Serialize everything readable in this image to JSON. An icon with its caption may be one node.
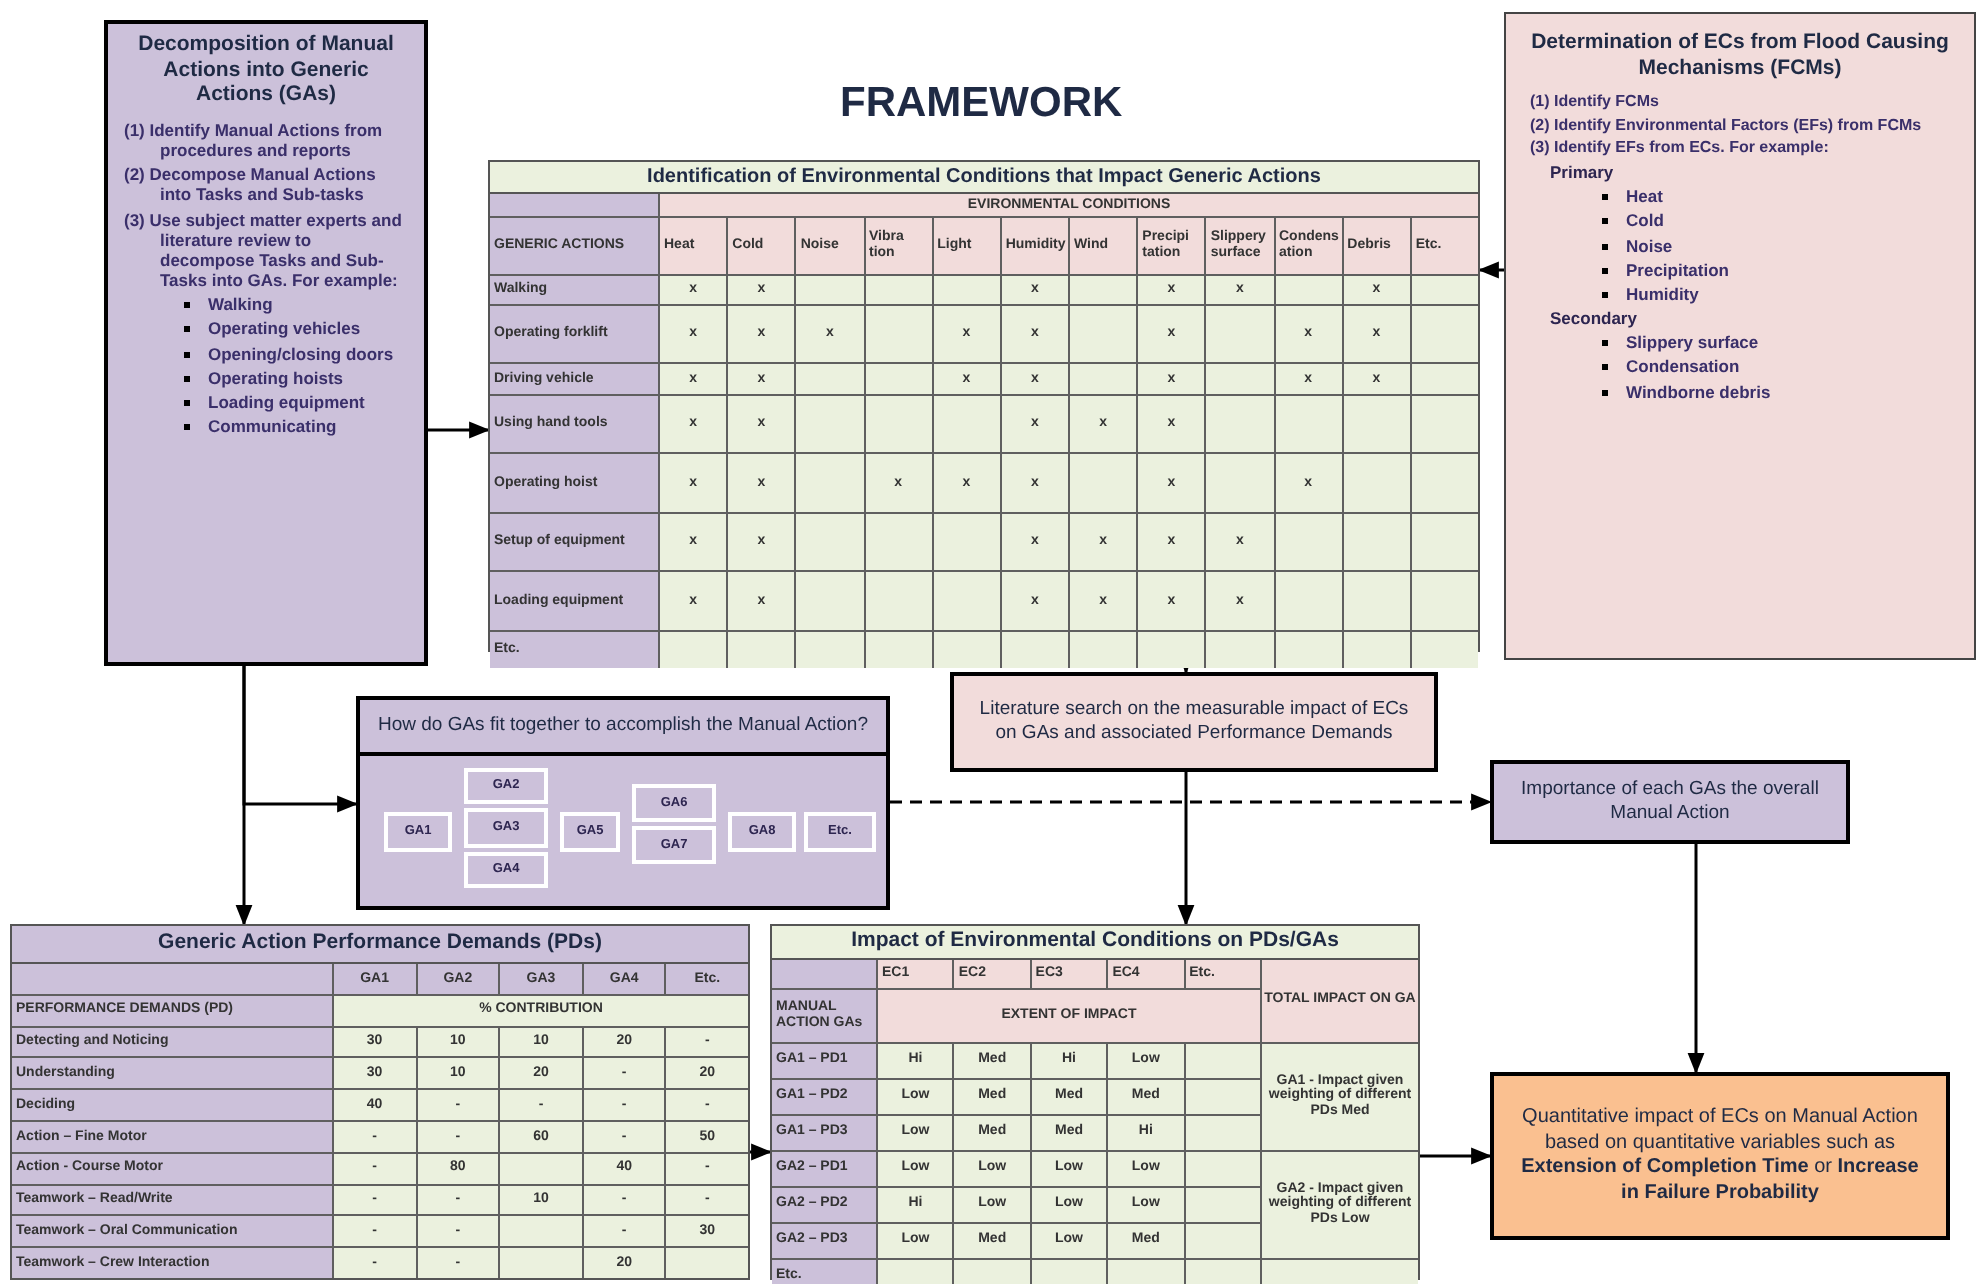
{
  "diagram": {
    "title": "FRAMEWORK",
    "nodes": [
      {
        "text": [
          "Decomposition of Manual Actions into Generic Actions (GAs)",
          "(1) Identify Manual Actions from procedures and reports",
          "(2) Decompose Manual Actions into Tasks and Sub-tasks",
          "(3) Use subject matter experts and literature review to decompose Tasks and Sub-Tasks into GAs. For example:",
          "Walking",
          "Operating vehicles",
          "Opening/closing doors",
          "Operating hoists",
          "Loading equipment",
          "Communicating"
        ]
      },
      {
        "text": [
          "Identification of Environmental Conditions that Impact Generic Actions"
        ]
      },
      {
        "text": [
          "Determination of ECs from Flood Causing Mechanisms (FCMs)",
          "(1) Identify FCMs",
          "(2) Identify Environmental Factors (EFs) from FCMs",
          "(3) Identify EFs from ECs. For example:",
          "Primary",
          "Heat",
          "Cold",
          "Noise",
          "Precipitation",
          "Humidity",
          "Secondary",
          "Slippery surface",
          "Condensation",
          "Windborne debris"
        ]
      },
      {
        "text": [
          "How do GAs fit together to accomplish the Manual Action?"
        ]
      },
      {
        "text": [
          "GA1"
        ],
        "in": 3
      },
      {
        "text": [
          "GA2"
        ],
        "in": 3
      },
      {
        "text": [
          "GA3"
        ],
        "in": 3
      },
      {
        "text": [
          "GA4"
        ],
        "in": 3
      },
      {
        "text": [
          "GA5"
        ],
        "in": 3
      },
      {
        "text": [
          "GA6"
        ],
        "in": 3
      },
      {
        "text": [
          "GA7"
        ],
        "in": 3
      },
      {
        "text": [
          "GA8"
        ],
        "in": 3
      },
      {
        "text": [
          "Etc."
        ],
        "in": 3
      },
      {
        "text": [
          "Literature search on the measurable impact of ECs on GAs and associated Performance Demands"
        ]
      },
      {
        "text": [
          "Importance of each GAs the overall Manual Action"
        ]
      },
      {
        "text": [
          "Generic Action Performance Demands (PDs)"
        ]
      },
      {
        "text": [
          "Impact of Environmental Conditions on PDs/GAs"
        ]
      },
      {
        "text": [
          "Quantitative impact of ECs on Manual Action based on quantitative variables such as **Extension of Completion Time** or **Increase in Failure Probability**"
        ]
      }
    ],
    "edges": [
      {
        "from": 0,
        "to": 1,
        "arrow": "to"
      },
      {
        "from": 2,
        "to": 1,
        "arrow": "to"
      },
      {
        "from": 1,
        "to": 13,
        "arrow": "to"
      },
      {
        "from": 0,
        "to": 3,
        "arrow": "to"
      },
      {
        "from": 0,
        "to": 15,
        "arrow": "to"
      },
      {
        "from": 3,
        "to": 14,
        "arrow": "to",
        "style": "dashed"
      },
      {
        "from": 13,
        "to": 16,
        "arrow": "to"
      },
      {
        "from": 14,
        "to": 17,
        "arrow": "to"
      },
      {
        "from": 15,
        "to": 16,
        "arrow": "to"
      },
      {
        "from": 16,
        "to": 17,
        "arrow": "to"
      }
    ],
    "labels": [
      "EVIRONMENTAL CONDITIONS",
      "GENERIC ACTIONS",
      "Heat",
      "Cold",
      "Noise",
      "Vibra tion",
      "Light",
      "Humidity",
      "Wind",
      "Precipi tation",
      "Slippery surface",
      "Condens ation",
      "Debris",
      "Etc.",
      "Walking",
      "x",
      "x",
      "x",
      "x",
      "x",
      "x",
      "Operating forklift",
      "x",
      "x",
      "x",
      "x",
      "x",
      "x",
      "x",
      "x",
      "Driving vehicle",
      "x",
      "x",
      "x",
      "x",
      "x",
      "x",
      "x",
      "Using hand tools",
      "x",
      "x",
      "x",
      "x",
      "x",
      "Operating hoist",
      "x",
      "x",
      "x",
      "x",
      "x",
      "x",
      "x",
      "Setup of equipment",
      "x",
      "x",
      "x",
      "x",
      "x",
      "x",
      "Loading equipment",
      "x",
      "x",
      "x",
      "x",
      "x",
      "x",
      "Etc.",
      "GA1",
      "GA2",
      "GA3",
      "GA4",
      "Etc.",
      "PERFORMANCE DEMANDS (PD)",
      "% CONTRIBUTION",
      "Detecting and Noticing",
      "30",
      "10",
      "10",
      "20",
      "-",
      "Understanding",
      "30",
      "10",
      "20",
      "-",
      "20",
      "Deciding",
      "40",
      "-",
      "-",
      "-",
      "-",
      "Action – Fine Motor",
      "-",
      "-",
      "60",
      "-",
      "50",
      "Action - Course Motor",
      "-",
      "80",
      "40",
      "-",
      "Teamwork – Read/Write",
      "-",
      "-",
      "10",
      "-",
      "-",
      "Teamwork – Oral Communication",
      "-",
      "-",
      "-",
      "30",
      "Teamwork – Crew Interaction",
      "-",
      "-",
      "20",
      "EC1",
      "EC2",
      "EC3",
      "EC4",
      "Etc.",
      "TOTAL IMPACT ON GA",
      "MANUAL ACTION GAs",
      "EXTENT OF IMPACT",
      "GA1 – PD1",
      "Hi",
      "Med",
      "Hi",
      "Low",
      "GA1 - Impact given weighting of different PDs Med",
      "GA1 – PD2",
      "Low",
      "Med",
      "Med",
      "Med",
      "GA1 – PD3",
      "Low",
      "Med",
      "Med",
      "Hi",
      "GA2 – PD1",
      "Low",
      "Low",
      "Low",
      "Low",
      "GA2 - Impact given weighting of different PDs Low",
      "GA2 – PD2",
      "Hi",
      "Low",
      "Low",
      "Low",
      "GA2 – PD3",
      "Low",
      "Med",
      "Low",
      "Med",
      "Etc."
    ]
  }
}
